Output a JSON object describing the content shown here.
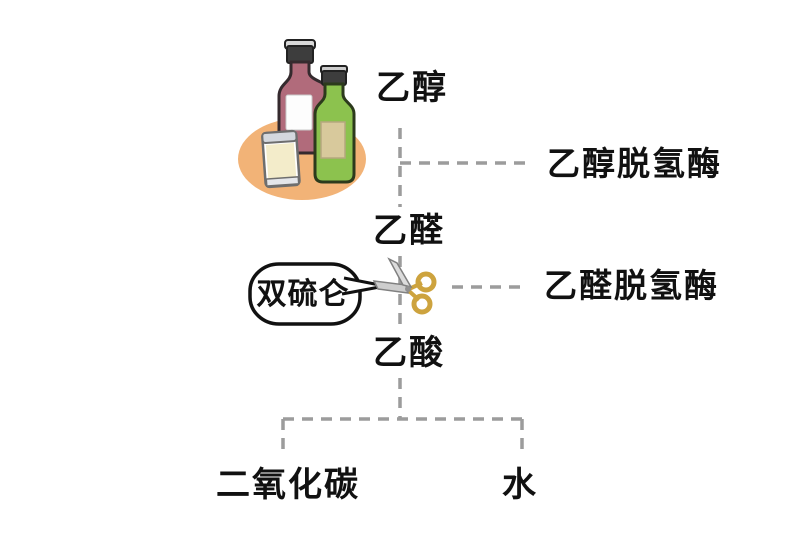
{
  "figure": {
    "description": "ethanol-metabolism-pathway-diagram",
    "substrates": {
      "ethanol": "乙醇",
      "acetaldehyde": "乙醛",
      "acetic_acid": "乙酸",
      "carbon_dioxide": "二氧化碳",
      "water": "水"
    },
    "enzymes": {
      "alcohol_dehydrogenase": "乙醇脱氢酶",
      "aldehyde_dehydrogenase": "乙醛脱氢酶"
    },
    "inhibitor": {
      "label": "双硫仑"
    },
    "icons": {
      "illustration": "alcohol-drinks-illustration",
      "cut": "scissors-icon"
    },
    "colors": {
      "text": "#111111",
      "dashed_line": "#9c9c9c",
      "plate_orange": "#f2b377",
      "wine_bottle": "#b16b7b",
      "green_bottle": "#8cc24e",
      "bottle_label_tan": "#d8c99c",
      "milk_cream": "#f3ecca",
      "scissors_handle_gold": "#cda33e",
      "scissors_blade_gray": "#cdcdcd",
      "bubble_fill": "#ffffff",
      "bubble_border": "#111111"
    }
  }
}
